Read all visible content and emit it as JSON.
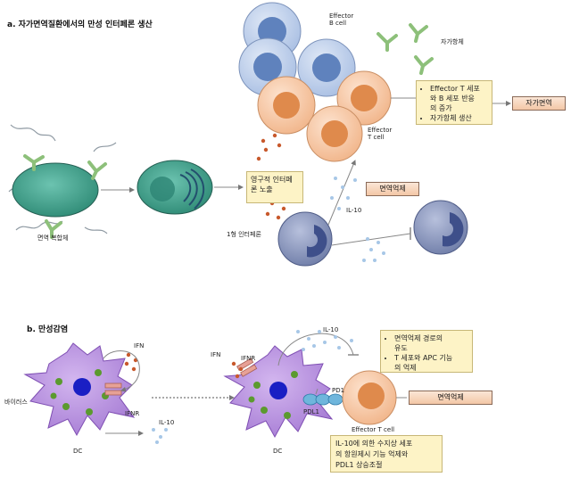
{
  "section_a": {
    "title": "a. 자가면역질환에서의 만성 인터페론 생산",
    "immune_complex_label": "면역 복합체",
    "effector_b_label": "Effector\nB cell",
    "effector_t_label": "Effector\nT cell",
    "autoantibody_label": "자가항체",
    "type1_ifn_label": "1형 인터페론",
    "il10_label": "IL-10",
    "persistent_box": "영구적 인터페\n론 노출",
    "yellow_box_items": [
      "Effector T 세포\n와 B 세포 반응\n의 증가",
      "자가항체 생산"
    ],
    "autoimmunity_box": "자가면역",
    "immunosuppression_box": "면역억제"
  },
  "section_b": {
    "title": "b. 만성감염",
    "virus_label": "바이러스",
    "ifn_label_left": "IFN",
    "ifnr_label_left": "IFNR",
    "il10_label_left": "IL-10",
    "dc_label_left": "DC",
    "ifn_label_right": "IFN",
    "ifnr_label_right": "IFNR",
    "il10_label_right": "IL-10",
    "pd1_label": "PD1",
    "pdl1_label": "PDL1",
    "dc_label_right": "DC",
    "effector_t_label": "Effector T cell",
    "yellow_box_items": [
      "면역억제 경로의\n유도",
      "T 세포와 APC 기능\n의 억제"
    ],
    "bottom_box": "IL-10에 의한 수지상 세포\n의 항원제시 기능 억제와\nPDL1 상승조절",
    "immunosuppression_box": "면역억제"
  },
  "colors": {
    "b_cell_outer": "#b9cbe8",
    "b_cell_nucleus": "#5f82bd",
    "t_cell_outer": "#f6c8a8",
    "t_cell_nucleus": "#df8a4c",
    "cell_green": "#3d9b87",
    "pdc_blue": "#7f8cb4",
    "dc_purple": "#b58ddb",
    "dc_nucleus": "#1a1fc4",
    "antibody": "#8dc07a",
    "ifn_dot": "#c8592c",
    "il10_dot": "#a7c7e7",
    "yellow_box": "#fdf3c6",
    "orange_box": "#f3c7a6"
  }
}
